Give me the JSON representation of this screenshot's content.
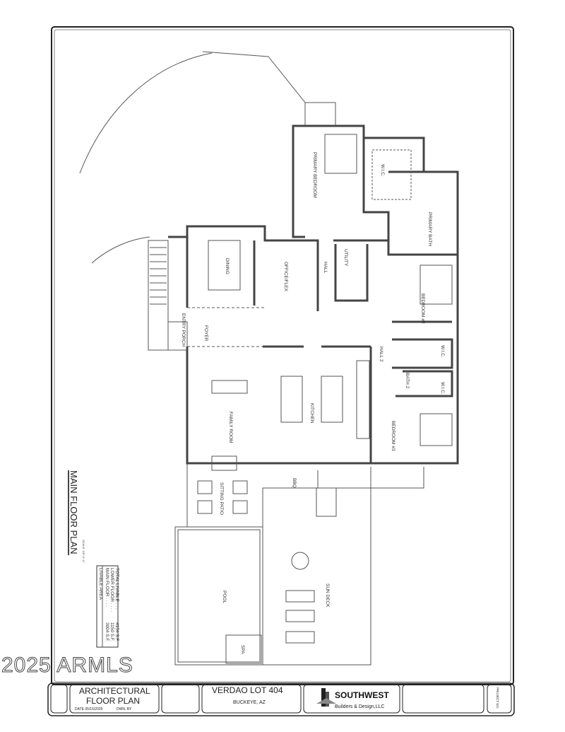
{
  "drawing": {
    "title": "MAIN FLOOR PLAN",
    "scale": "SCALE: 1/8\"=1'-0\"",
    "rooms": [
      "PRIMARY BEDROOM",
      "W.I.C.",
      "PRIMARY BATH",
      "DINING",
      "OFFICE/FLEX",
      "UTILITY",
      "HALL",
      "BEDROOM #2",
      "ENTRY PORCH",
      "FOYER",
      "HALL 2",
      "BATH 2",
      "W.I.C.",
      "W.I.C.",
      "KITCHEN",
      "FAMILY ROOM",
      "BEDROOM #3",
      "SITTING PATIO",
      "BBQ",
      "POOL",
      "SPA",
      "SUN DECK"
    ]
  },
  "area_table": {
    "heading": "LIVABLE AREA",
    "rows": [
      {
        "label": "MAIN FLOOR . . . .",
        "value": "3004 S.F."
      },
      {
        "label": "LOWER FLOOR . . . .",
        "value": "1150 S.F."
      },
      {
        "label": "TOTAL LIVABLE . . .",
        "value": "4154 S.F."
      }
    ]
  },
  "title_block": {
    "sheet_title_1": "ARCHITECTURAL",
    "sheet_title_2": "FLOOR PLAN",
    "date": "DATE 05/15/2025",
    "drawn_by": "DWN. BY",
    "project": "VERDAO LOT 404",
    "location": "BUCKEYE, AZ",
    "company": "SOUTHWEST",
    "company_sub": "Builders & Design,LLC",
    "project_no": "PROJECT NO."
  },
  "watermark": "2025 ARMLS"
}
